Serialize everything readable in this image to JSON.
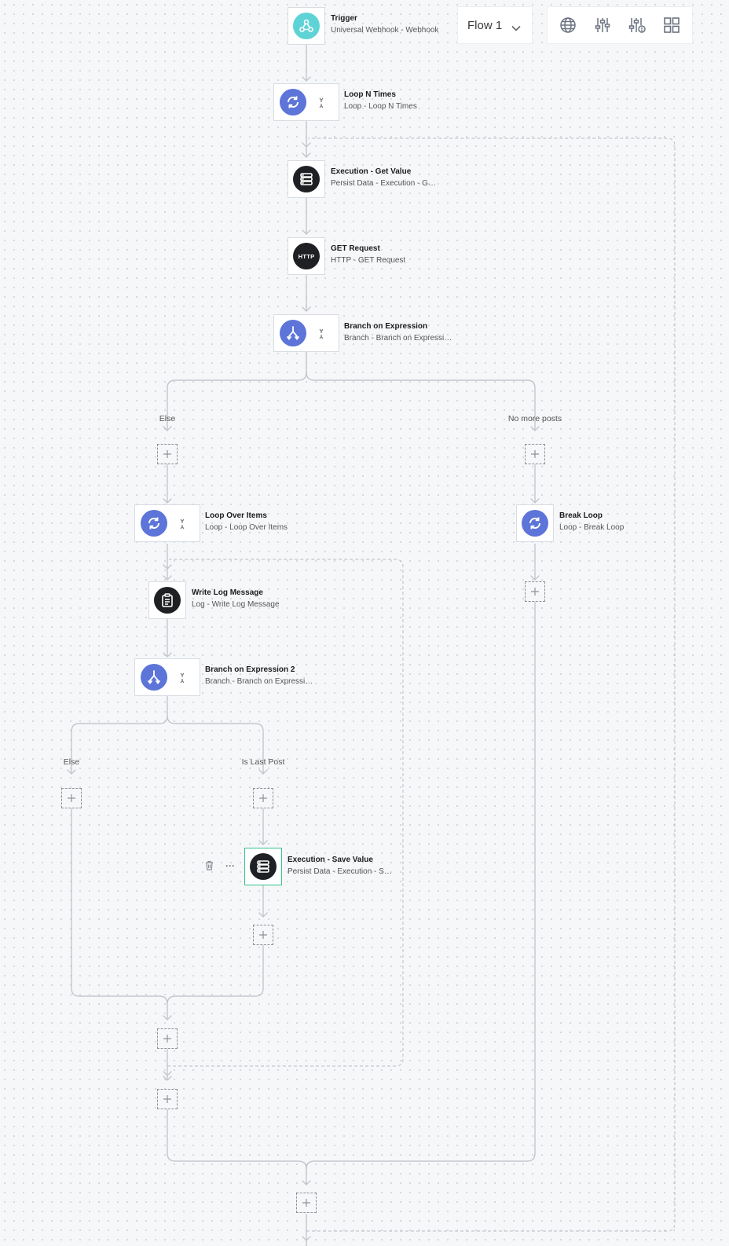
{
  "toolbar": {
    "flow_select": "Flow 1",
    "icons": [
      "globe-icon",
      "sliders-icon",
      "sliders-alert-icon",
      "grid-icon"
    ]
  },
  "colors": {
    "loop_node": "#5d74d9",
    "dark_node": "#1f2023",
    "trigger_node": "#5ed3d6",
    "selected_border": "#35c28b"
  },
  "nodes": {
    "trigger": {
      "title": "Trigger",
      "subtitle": "Universal Webhook - Webhook"
    },
    "loop_n_times": {
      "title": "Loop N Times",
      "subtitle": "Loop - Loop N Times"
    },
    "get_value": {
      "title": "Execution - Get Value",
      "subtitle": "Persist Data - Execution - Get ..."
    },
    "get_request": {
      "title": "GET Request",
      "subtitle": "HTTP - GET Request",
      "badge": "HTTP"
    },
    "branch1": {
      "title": "Branch on Expression",
      "subtitle": "Branch - Branch on Expression"
    },
    "loop_over_items": {
      "title": "Loop Over Items",
      "subtitle": "Loop - Loop Over Items"
    },
    "break_loop": {
      "title": "Break Loop",
      "subtitle": "Loop - Break Loop"
    },
    "write_log": {
      "title": "Write Log Message",
      "subtitle": "Log - Write Log Message"
    },
    "branch2": {
      "title": "Branch on Expression 2",
      "subtitle": "Branch - Branch on Expression"
    },
    "save_value": {
      "title": "Execution - Save Value",
      "subtitle": "Persist Data - Execution - Sav..."
    }
  },
  "branches": {
    "b1_else": "Else",
    "b1_no_more": "No more posts",
    "b2_else": "Else",
    "b2_last": "Is Last Post"
  },
  "node_actions": {
    "more": "···"
  }
}
